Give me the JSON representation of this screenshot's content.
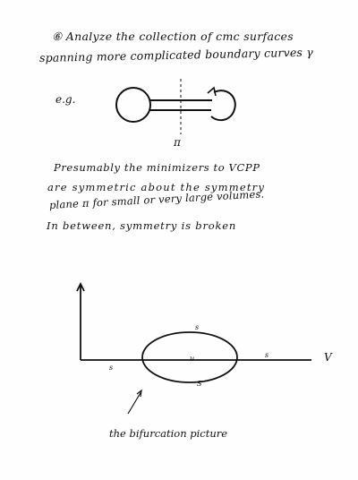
{
  "text": {
    "line1": "⑥ Analyze the collection of cmc surfaces",
    "line2": "spanning more complicated boundary curves  γ",
    "eg": "e.g.",
    "pi_label": "π",
    "para1": "Presumably the minimizers to VCPP",
    "para2": "are symmetric about the symmetry",
    "para3": "plane π for small or very large volumes.",
    "para4": "In between, symmetry is broken",
    "caption": "the bifurcation picture"
  },
  "graph": {
    "axis_v_label": "V",
    "s_left": "s",
    "s_top": "s",
    "u_center": "u",
    "s_right": "s",
    "s_bottom": "S"
  },
  "colors": {
    "ink": "#111111",
    "paper": "#fefefe"
  }
}
